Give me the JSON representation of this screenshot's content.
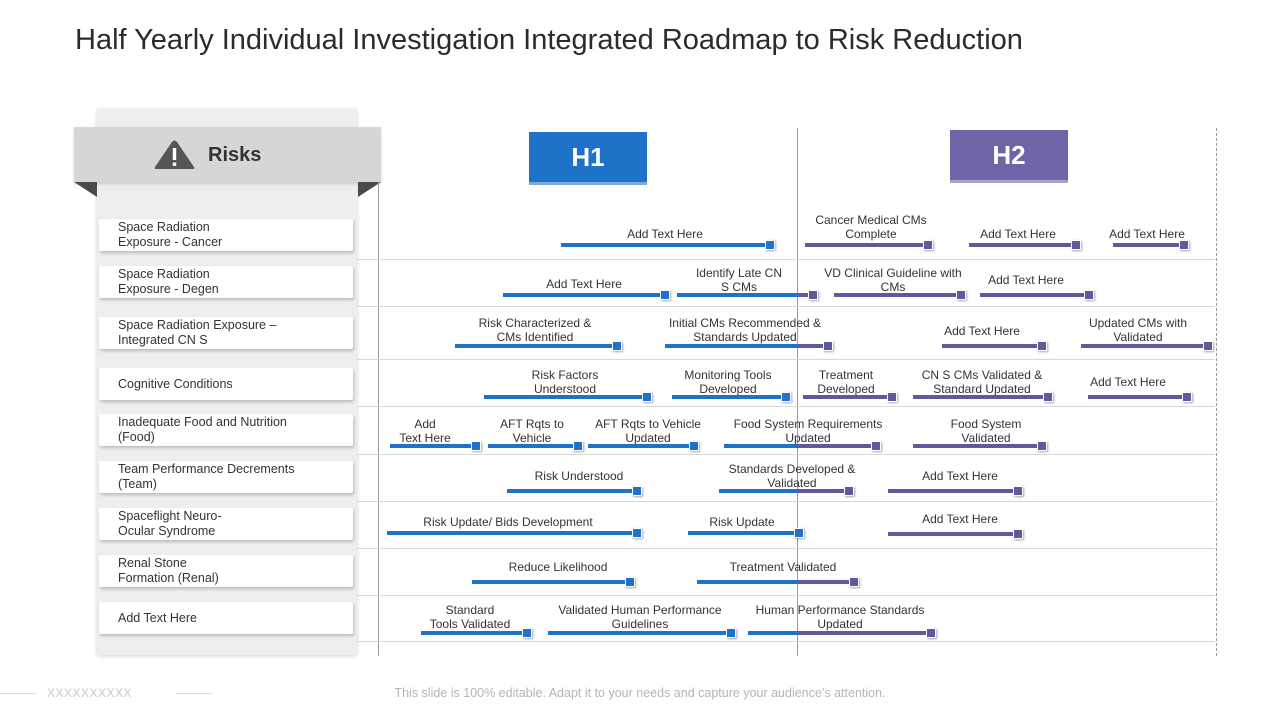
{
  "title": "Half Yearly Individual Investigation Integrated Roadmap to Risk Reduction",
  "risks_header": "Risks",
  "risks": [
    "Space Radiation\nExposure - Cancer",
    "Space Radiation\nExposure - Degen",
    "Space Radiation Exposure –\nIntegrated CN S",
    "Cognitive Conditions",
    "Inadequate Food and Nutrition\n(Food)",
    "Team Performance Decrements\n(Team)",
    "Spaceflight Neuro-\nOcular Syndrome",
    "Renal Stone\nFormation (Renal)",
    "Add Text Here"
  ],
  "periods": [
    "H1",
    "H2"
  ],
  "tasks": [
    "Add Text Here",
    "Cancer Medical CMs\nComplete",
    "Add Text Here",
    "Add Text Here",
    "Add Text Here",
    "Identify Late CN\nS CMs",
    "VD Clinical Guideline with\nCMs",
    "Add Text Here",
    "Risk Characterized &\nCMs Identified",
    "Initial CMs Recommended &\nStandards Updated",
    "Add Text Here",
    "Updated CMs with\nValidated",
    "Risk Factors\nUnderstood",
    "Monitoring Tools\nDeveloped",
    "Treatment\nDeveloped",
    "CN S CMs Validated &\nStandard Updated",
    "Add Text Here",
    "Add\nText Here",
    "AFT Rqts to\nVehicle",
    "AFT Rqts to Vehicle\nUpdated",
    "Food System Requirements\nUpdated",
    "Food System\nValidated",
    "Risk Understood",
    "Standards Developed &\nValidated",
    "Add Text Here",
    "Risk Update/ Bids Development",
    "Risk Update",
    "Add Text Here",
    "Reduce Likelihood",
    "Treatment Validated",
    "Standard\nTools Validated",
    "Validated Human Performance\nGuidelines",
    "Human Performance Standards\nUpdated"
  ],
  "footer": {
    "mark": "XXXXXXXXXX",
    "note": "This slide is 100% editable. Adapt it to your needs and capture your audience’s attention."
  },
  "colors": {
    "h1": "#1e73c8",
    "h2": "#6d65a8",
    "h1_bar": "#1e73c8",
    "h2_bar": "#5f5a9c"
  }
}
